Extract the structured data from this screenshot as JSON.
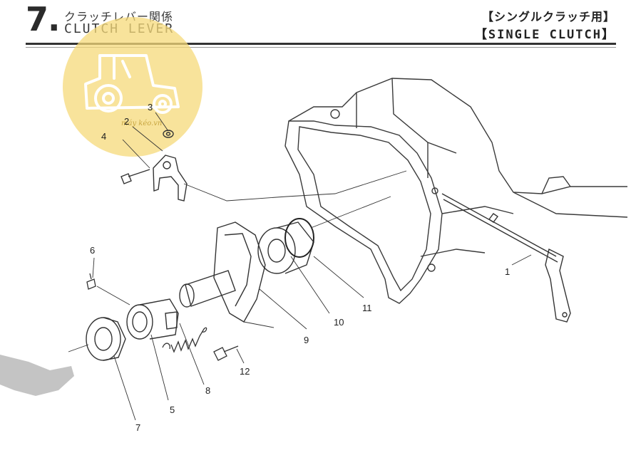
{
  "header": {
    "section_number": "7.",
    "title_jp": "クラッチレバー関係",
    "title_en": "CLUTCH LEVER",
    "variant_jp": "【シングルクラッチ用】",
    "variant_en": "【SINGLE CLUTCH】"
  },
  "watermark": {
    "text": "máy kéo.vn",
    "icon": "tractor-logo",
    "color": "#f3d675"
  },
  "callouts": [
    {
      "id": "1",
      "label": "1"
    },
    {
      "id": "2",
      "label": "2"
    },
    {
      "id": "3",
      "label": "3"
    },
    {
      "id": "4",
      "label": "4"
    },
    {
      "id": "5",
      "label": "5"
    },
    {
      "id": "6",
      "label": "6"
    },
    {
      "id": "7",
      "label": "7"
    },
    {
      "id": "8",
      "label": "8"
    },
    {
      "id": "9",
      "label": "9"
    },
    {
      "id": "10",
      "label": "10"
    },
    {
      "id": "11",
      "label": "11"
    },
    {
      "id": "12",
      "label": "12"
    }
  ]
}
